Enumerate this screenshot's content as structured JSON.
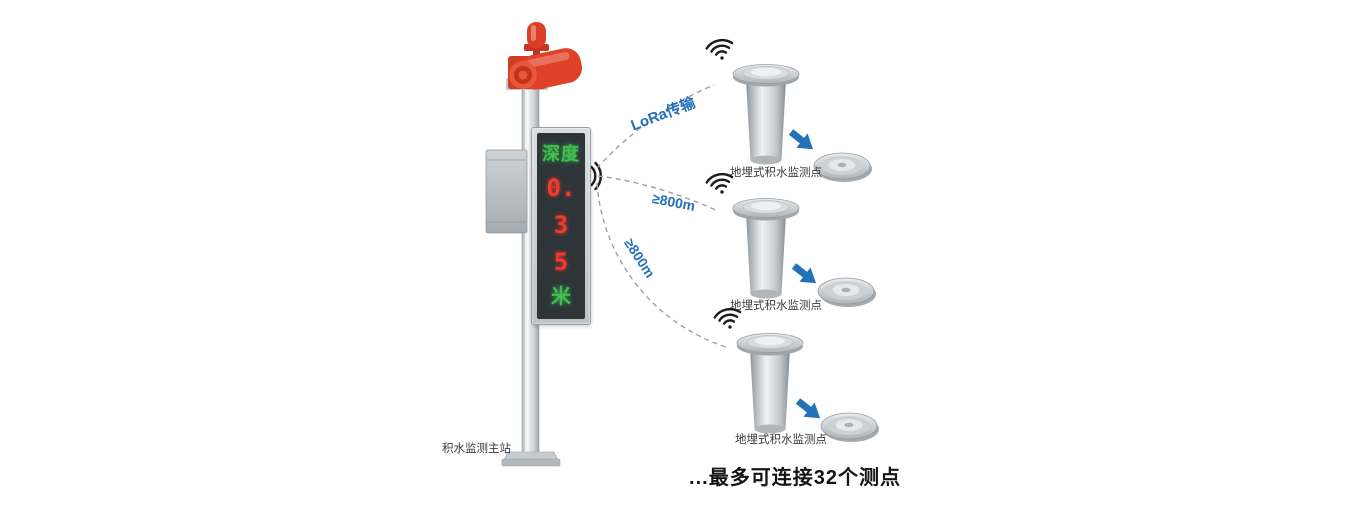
{
  "station": {
    "label": "积水监测主站",
    "display": {
      "lines": [
        {
          "text": "深度",
          "color": "#3fc14e"
        },
        {
          "text": "0.",
          "color": "#f03a2c"
        },
        {
          "text": "3",
          "color": "#f03a2c"
        },
        {
          "text": "5",
          "color": "#f03a2c"
        },
        {
          "text": "米",
          "color": "#3fc14e"
        }
      ]
    }
  },
  "links": {
    "lora_label": "LoRa传输",
    "distance_labels": [
      "≥800m",
      "≥800m"
    ]
  },
  "sensors": [
    {
      "label": "地埋式积水监测点"
    },
    {
      "label": "地埋式积水监测点"
    },
    {
      "label": "地埋式积水监测点"
    }
  ],
  "footer": {
    "text": "...最多可连接32个测点"
  },
  "colors": {
    "led_green": "#3fc14e",
    "led_red": "#f03a2c",
    "alarm_red": "#df4128",
    "arrow_blue": "#2272b9",
    "label_blue": "#2471b8",
    "link_dash_gray": "#9aa0a5"
  }
}
